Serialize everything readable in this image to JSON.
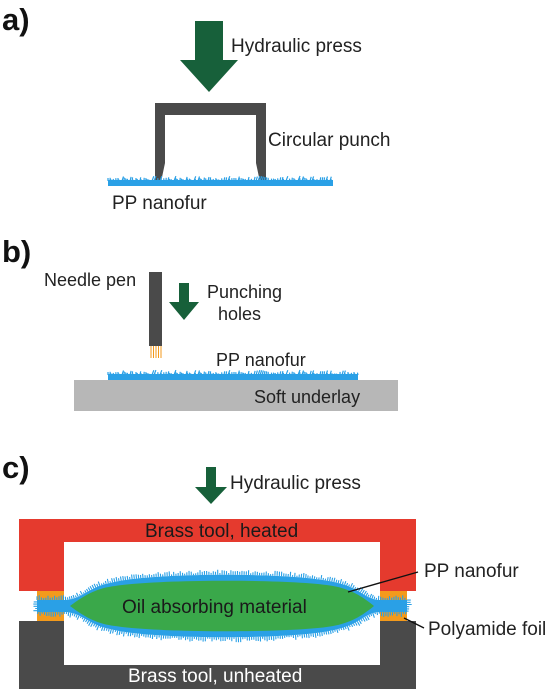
{
  "panel_a": {
    "tag": "a)",
    "press_label": "Hydraulic press",
    "punch_label": "Circular punch",
    "nanofur_label": "PP nanofur"
  },
  "panel_b": {
    "tag": "b)",
    "needle_label": "Needle pen",
    "punch_label_1": "Punching",
    "punch_label_2": "holes",
    "nanofur_label": "PP nanofur",
    "underlay_label": "Soft underlay"
  },
  "panel_c": {
    "tag": "c)",
    "press_label": "Hydraulic press",
    "top_tool_label": "Brass tool, heated",
    "nanofur_label": "PP nanofur",
    "material_label": "Oil absorbing material",
    "foil_label": "Polyamide foil",
    "bottom_tool_label": "Brass tool, unheated"
  },
  "colors": {
    "arrow_green": "#17603a",
    "punch_gray": "#4a4a4a",
    "nanofur_blue": "#2aa0e6",
    "underlay_gray": "#b7b7b7",
    "brass_heated_red": "#e53a2e",
    "brass_unheated_gray": "#4a4a4a",
    "material_green": "#3aa84a",
    "foil_orange": "#f39a1c"
  }
}
